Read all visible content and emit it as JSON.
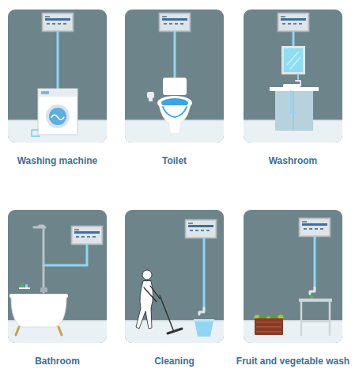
{
  "diagram": {
    "nodes": [
      {
        "text": [
          "Washing machine"
        ]
      },
      {
        "text": [
          "Toilet"
        ]
      },
      {
        "text": [
          "Washroom"
        ]
      },
      {
        "text": [
          "Bathroom"
        ]
      },
      {
        "text": [
          "Cleaning"
        ]
      },
      {
        "text": [
          "Fruit and vegetable wash"
        ]
      }
    ]
  }
}
